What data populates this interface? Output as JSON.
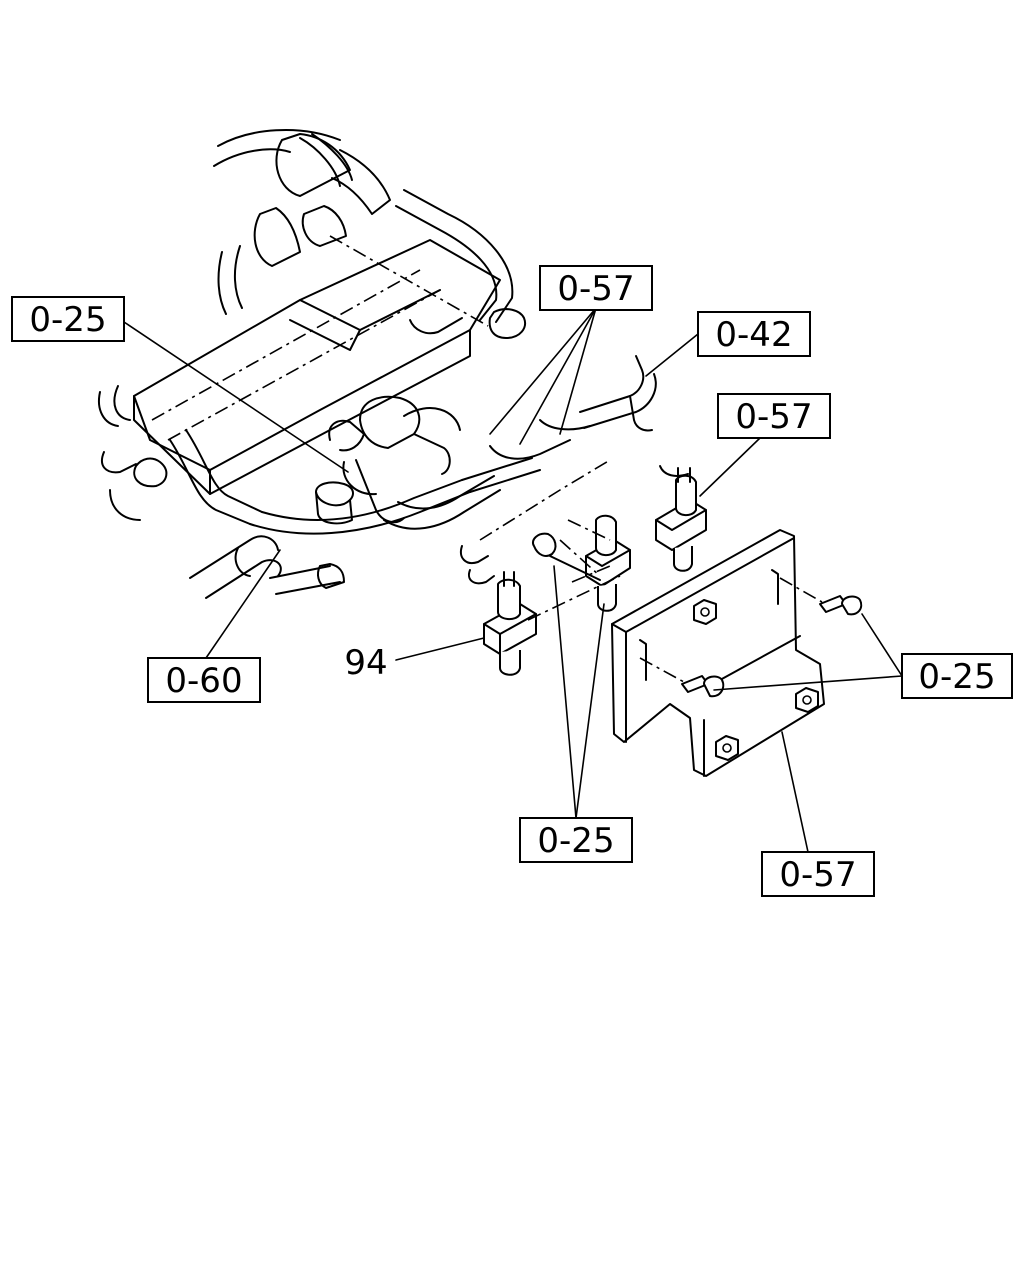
{
  "callouts": {
    "c1": "0-25",
    "c2": "0-57",
    "c3": "0-42",
    "c4": "0-57",
    "c5": "0-60",
    "c6": "94",
    "c7": "0-25",
    "c8": "0-25",
    "c9": "0-57"
  }
}
